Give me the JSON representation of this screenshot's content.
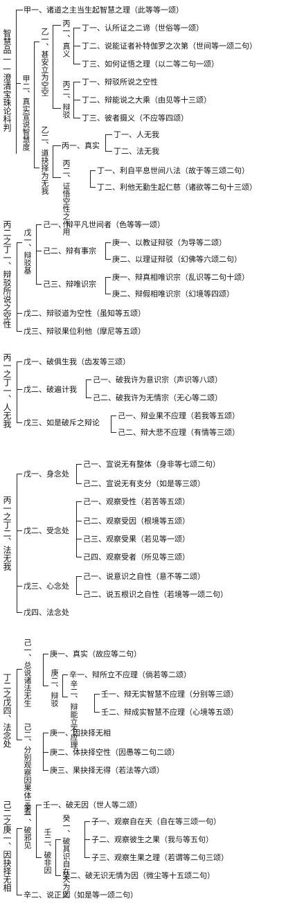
{
  "sec1": {
    "title": "智慧品——澄清宝珠论科判",
    "jia1": "甲一、诸道之主当生起智慧之理（此等等一颂）",
    "jia2": "甲二、真实宣说智慧度",
    "yi1": "乙一、甚安立为空空",
    "bing1": "丙一、真义",
    "ding1": "丁一、认所证之二谛（世俗等一颂）",
    "ding2": "丁二、说能证者补特伽罗之次第（世间等一颂二句）",
    "ding3": "丁三、如何证悟之理（以二等二句一颂）",
    "bing2": "丙二、辩驳",
    "ding1b": "丁一、辩驳所说之空性",
    "ding2b": "丁二、辩能说之大乘（由见等十三颂）",
    "ding3b": "丁三、彼者摄义（不应等四颂）",
    "yi2": "乙二、道抉择为无我",
    "bing1c": "丙一、真实",
    "ding1c": "丁一、人无我",
    "ding2c": "丁二、法无我",
    "bing2c": "丙二、证悟空性之作用",
    "ding1d": "丁一、利自平息世间八法（故于等三颂二句）",
    "ding2d": "丁二、利他无勤生起仁慈（诸欲等二句十三颂）"
  },
  "sec2": {
    "title": "丙二之丁一、辩驳所说之空性",
    "wu1": "戊一、辩驳基",
    "ji1": "己一、辩平凡世间者（色等等一颂）",
    "ji2": "己二、辩有事宗",
    "geng1": "庚一、以教证辩驳（为导等二颂）",
    "geng2": "庚二、以理证辩驳（幻佛等六颂二句）",
    "ji3": "己三、辩唯识宗",
    "geng1b": "庚一、辩真相唯识宗（乱识等二句十颂）",
    "geng2b": "庚二、辩假相唯识宗（幻境等四颂）",
    "wu2": "戊二、辩驳道为空性（虽知等五颂）",
    "wu3": "戊三、辩驳果位利他（摩尼等五颂）"
  },
  "sec3": {
    "title": "丙一之丁一、人无我",
    "wu1": "戊一、破俱生我（齿发等三颂）",
    "wu2": "戊二、破遍计我",
    "ji1": "己一、破我许为意识宗（声识等八颂）",
    "ji2": "己二、破我许为无情宗（无心等二颂）",
    "wu3": "戊三、如是破斥之辩论",
    "ji1b": "己一、辩业果不应理（若我等五颂）",
    "ji2b": "己二、辩大悲不应理（有情等三颂）"
  },
  "sec4": {
    "title": "丙一之丁二、法无我",
    "wu1": "戊一、身念处",
    "ji1": "己一、宣说无有整体（身非等七颂二句）",
    "ji2": "己二、宣说无有支分（如是等三颂）",
    "wu2": "戊二、受念处",
    "ji1b": "己一、观察受性（若苦等五颂）",
    "ji2b": "己二、观察受因（根境等五颂）",
    "ji3b": "己三、观察受果（若见等一颂）",
    "ji4b": "己四、观察受者（所见等三颂）",
    "wu3": "戊三、心念处",
    "ji1c": "己一、说意识之自性（意不等二颂）",
    "ji2c": "己二、说五根识之自性（若境等一颂二句）",
    "wu4": "戊四、法念处"
  },
  "sec5": {
    "title": "丁二之戊四、法念处",
    "ji1": "己一、总说诸法无生",
    "geng1": "庚一、真实（故应等二句）",
    "geng2": "庚二、辩驳",
    "xin1": "辛一、辩所立不应理（倘若等二颂）",
    "xin2": "辛二、辩能立不应理",
    "ren1": "壬一、辩无实智慧不应理（分别等三颂）",
    "ren2": "壬二、辩成实智慧不应理（心境等五颂）",
    "ji2": "己二、分别观察因果体三者",
    "geng1b": "庚一、因抉择无相",
    "geng2b": "庚二、体抉择空性（因愚等二句二颂）",
    "geng3b": "庚三、果抉择无得（若法等六颂）"
  },
  "sec6": {
    "title": "己二之庚一、因抉择无相",
    "xin1": "辛一、破邪见",
    "ren1": "壬一、破无因（世人等二颂）",
    "ren2": "壬二、破非因",
    "gui1": "癸一、破其识自在天为因",
    "zi1": "子一、观察自在天（自在等三颂一句）",
    "zi2": "子二、观察彼生之果（我与等五句）",
    "zi3": "子三、观察生果之理（若谓等二句三颂）",
    "gui2": "癸二、破无识无情为因（微尘等十五颂二句）",
    "xin2": "辛二、说正义（如是等一颂二句）"
  }
}
